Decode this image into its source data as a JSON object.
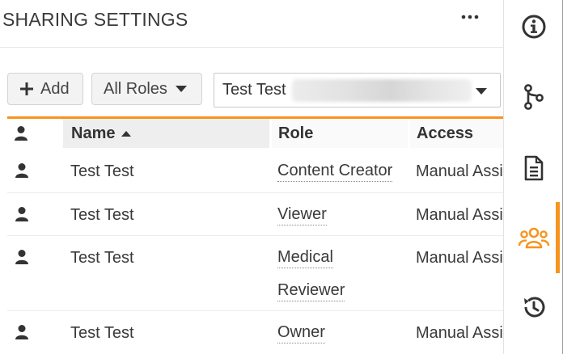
{
  "header": {
    "title": "SHARING SETTINGS",
    "more_icon": "more-horizontal-icon"
  },
  "toolbar": {
    "add_label": "Add",
    "add_icon": "plus-icon",
    "roles_filter_label": "All Roles",
    "roles_filter_icon": "caret-down-icon",
    "user_select_value": "Test Test",
    "user_select_icon": "caret-down-icon"
  },
  "table": {
    "columns": [
      {
        "key": "type",
        "label": "",
        "icon": "user-icon"
      },
      {
        "key": "name",
        "label": "Name",
        "sort": "ascending"
      },
      {
        "key": "role",
        "label": "Role"
      },
      {
        "key": "access",
        "label": "Access"
      }
    ],
    "rows": [
      {
        "name": "Test Test",
        "role": "Content Creator",
        "access": "Manual Assi"
      },
      {
        "name": "Test Test",
        "role": "Viewer",
        "access": "Manual Assi"
      },
      {
        "name": "Test Test",
        "role": "Medical Reviewer",
        "access": "Manual Assi"
      },
      {
        "name": "Test Test",
        "role": "Owner",
        "access": "Manual Assi"
      }
    ]
  },
  "rail": {
    "items": [
      {
        "icon": "info-icon",
        "active": false
      },
      {
        "icon": "branch-icon",
        "active": false
      },
      {
        "icon": "document-icon",
        "active": false
      },
      {
        "icon": "users-icon",
        "active": true
      },
      {
        "icon": "history-icon",
        "active": false
      }
    ],
    "accent_color": "#f7941d"
  },
  "colors": {
    "accent": "#f7941d",
    "text": "#333333",
    "header_bg": "#eeeeee"
  }
}
